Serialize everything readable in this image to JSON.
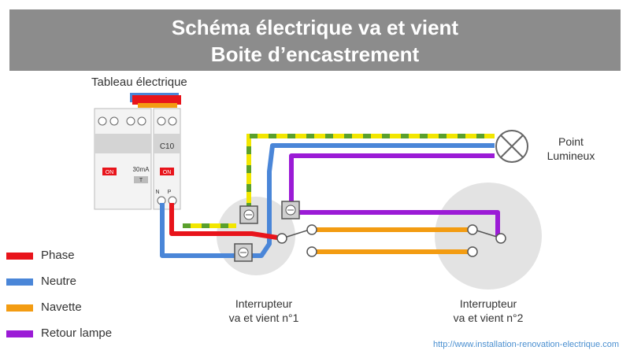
{
  "title": {
    "line1": "Schéma électrique va et vient",
    "line2": "Boite d’encastrement"
  },
  "panel": {
    "label": "Tableau électrique",
    "diff_rating": "30mA",
    "diff_type": "T",
    "diff_on": "ON",
    "breaker_rating": "C10",
    "breaker_on": "ON",
    "terminal_n": "N",
    "terminal_p": "P"
  },
  "lamp": {
    "label_line1": "Point",
    "label_line2": "Lumineux"
  },
  "switch1": {
    "label_line1": "Interrupteur",
    "label_line2": "va et vient n°1"
  },
  "switch2": {
    "label_line1": "Interrupteur",
    "label_line2": "va et vient n°2"
  },
  "legend": [
    {
      "label": "Phase",
      "color": "#e8141b"
    },
    {
      "label": "Neutre",
      "color": "#4a86d8"
    },
    {
      "label": "Navette",
      "color": "#f39c12"
    },
    {
      "label": "Retour lampe",
      "color": "#9b1bd6"
    }
  ],
  "colors": {
    "earth_yellow": "#f2e600",
    "earth_green": "#5aa02c",
    "title_bg": "#8c8c8c",
    "box_bg": "#e3e3e3"
  },
  "footer_url": "http://www.installation-renovation-electrique.com"
}
